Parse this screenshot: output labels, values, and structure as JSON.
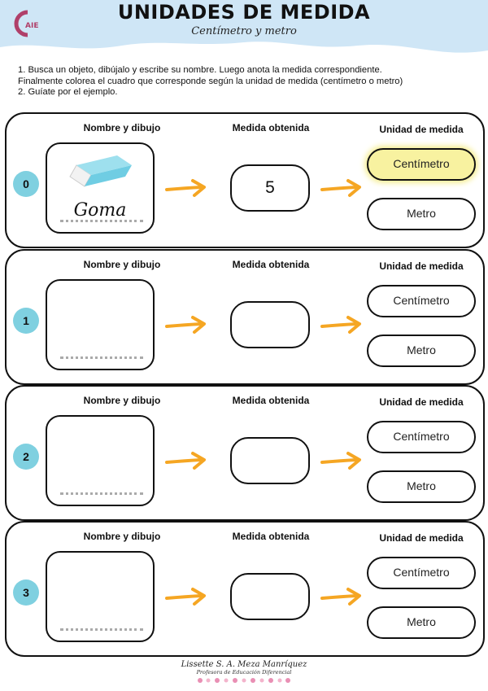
{
  "header": {
    "title": "UNIDADES DE MEDIDA",
    "subtitle": "Centímetro y metro",
    "logo_text": "AIE",
    "wave_color": "#cfe6f6"
  },
  "instructions": [
    "1. Busca un objeto, dibújalo y escribe su nombre. Luego anota la medida correspondiente.",
    "    Finalmente colorea el cuadro que corresponde según la unidad de medida (centímetro o metro)",
    "2. Guíate por el ejemplo."
  ],
  "columns": {
    "name": "Nombre y dibujo",
    "measure": "Medida obtenida",
    "unit": "Unidad de medida"
  },
  "options": {
    "cm": "Centímetro",
    "m": "Metro"
  },
  "rows": [
    {
      "number": "0",
      "object_name": "Goma",
      "measure": "5",
      "selected_unit": "cm",
      "icon": "eraser-icon"
    },
    {
      "number": "1",
      "object_name": "",
      "measure": "",
      "selected_unit": ""
    },
    {
      "number": "2",
      "object_name": "",
      "measure": "",
      "selected_unit": ""
    },
    {
      "number": "3",
      "object_name": "",
      "measure": "",
      "selected_unit": ""
    }
  ],
  "colors": {
    "number_circle": "#7fd0e0",
    "arrow": "#f5a623",
    "selected_fill": "#f8f2a0"
  },
  "footer": {
    "author": "Lissette S. A. Meza Manríquez",
    "role": "Profesora de Educación Diferencial"
  }
}
